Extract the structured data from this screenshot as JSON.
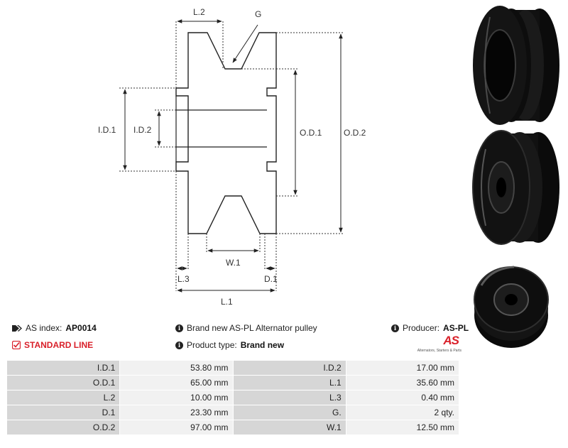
{
  "diagram": {
    "labels": {
      "l2": "L.2",
      "g": "G",
      "id1": "I.D.1",
      "id2": "I.D.2",
      "od1": "O.D.1",
      "od2": "O.D.2",
      "w1": "W.1",
      "l3": "L.3",
      "d1": "D.1",
      "l1": "L.1"
    }
  },
  "info": {
    "as_index_label": "AS index:",
    "as_index_value": "AP0014",
    "standard_line": "STANDARD LINE",
    "description": "Brand new AS-PL Alternator pulley",
    "product_type_label": "Product type:",
    "product_type_value": "Brand new",
    "producer_label": "Producer:",
    "producer_value": "AS-PL"
  },
  "logo": {
    "mark": "AS",
    "tagline": "Alternators, Starters & Parts"
  },
  "specs": [
    {
      "l1": "I.D.1",
      "v1": "53.80 mm",
      "l2": "I.D.2",
      "v2": "17.00 mm"
    },
    {
      "l1": "O.D.1",
      "v1": "65.00 mm",
      "l2": "L.1",
      "v2": "35.60 mm"
    },
    {
      "l1": "L.2",
      "v1": "10.00 mm",
      "l2": "L.3",
      "v2": "0.40 mm"
    },
    {
      "l1": "D.1",
      "v1": "23.30 mm",
      "l2": "G.",
      "v2": "2 qty."
    },
    {
      "l1": "O.D.2",
      "v1": "97.00 mm",
      "l2": "W.1",
      "v2": "12.50 mm"
    }
  ],
  "colors": {
    "accent": "#d9202a",
    "label_cell": "#d6d6d6",
    "value_cell": "#f1f1f1"
  }
}
